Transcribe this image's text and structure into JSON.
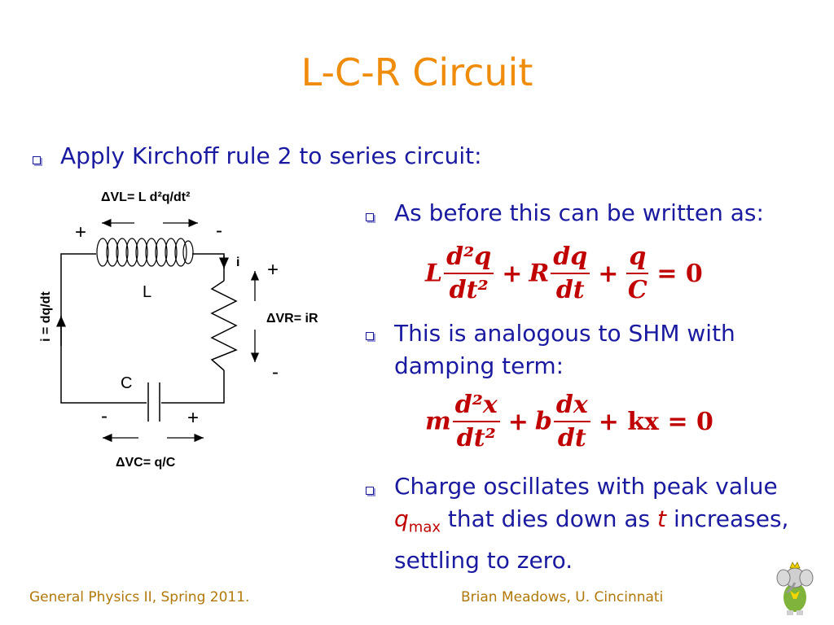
{
  "slide": {
    "title": "L-C-R Circuit",
    "main_bullet": "Apply Kirchoff rule 2 to series circuit:",
    "bullet1": "As before this can be written as:",
    "bullet2": "This is analogous to SHM with damping term:",
    "bullet3_pre": "Charge oscillates with peak value",
    "bullet3_q": "q",
    "bullet3_qsub": "max",
    "bullet3_mid": "that dies down as",
    "bullet3_t": "t",
    "bullet3_post": "increases, settling to zero."
  },
  "equation1": {
    "L": "L",
    "num1": "d²q",
    "den1": "dt²",
    "plus1": "+",
    "R": "R",
    "num2": "dq",
    "den2": "dt",
    "plus2": "+",
    "num3": "q",
    "den3": "C",
    "eq": "= 0"
  },
  "equation2": {
    "m": "m",
    "num1": "d²x",
    "den1": "dt²",
    "plus1": "+",
    "b": "b",
    "num2": "dx",
    "den2": "dt",
    "plus2": "+ kx = 0"
  },
  "circuit": {
    "vl_label": "ΔVL= L d²q/dt²",
    "vr_label": "ΔVR= iR",
    "vc_label": "ΔVC= q/C",
    "inductor": "L",
    "capacitor": "C",
    "current_side": "i = dq/dt",
    "current": "i",
    "plus": "+",
    "minus": "-"
  },
  "footer": {
    "left": "General Physics II, Spring 2011.",
    "right": "Brian Meadows, U. Cincinnati"
  },
  "colors": {
    "title": "#f08c0c",
    "text": "#1a1aa0",
    "math": "#c00000",
    "footer": "#b07808"
  }
}
